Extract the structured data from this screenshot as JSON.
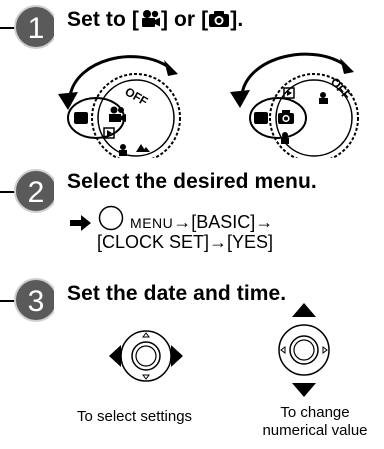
{
  "steps": [
    {
      "number": "1",
      "prefix": "Set to [",
      "middle": "] or [",
      "suffix": "].",
      "mode_icons": [
        "movie-mode-icon",
        "camera-mode-icon"
      ],
      "dial_labels": [
        "OFF",
        "OFF"
      ]
    },
    {
      "number": "2",
      "heading": "Select the desired menu.",
      "menu_word": "MENU",
      "line1_rest": "→[BASIC]→",
      "line2": "[CLOCK SET]→[YES]",
      "icons": [
        "arrow-right-icon",
        "menu-button-icon"
      ]
    },
    {
      "number": "3",
      "heading": "Set the date and time.",
      "captions": {
        "left": "To select settings",
        "right_line1": "To change",
        "right_line2": "numerical value"
      },
      "icons": [
        "four-way-controller-left-right-icon",
        "four-way-controller-up-down-icon"
      ]
    }
  ],
  "colors": {
    "badge_fill": "#5a5a5a",
    "badge_stroke": "#bdbdbd",
    "text": "#000000",
    "arrow": "#000000"
  }
}
